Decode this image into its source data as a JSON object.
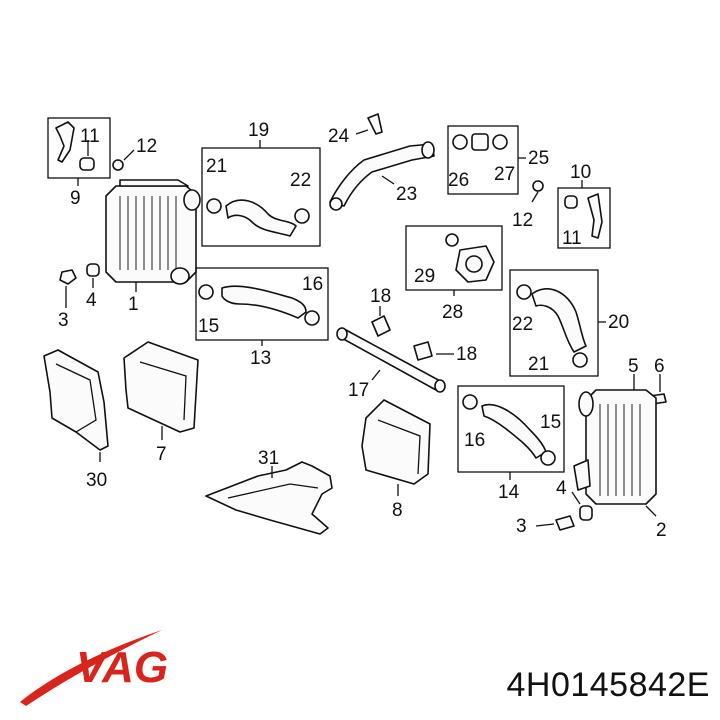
{
  "diagram": {
    "callouts": {
      "c1": "1",
      "c2": "2",
      "c3a": "3",
      "c3b": "3",
      "c4a": "4",
      "c4b": "4",
      "c5": "5",
      "c6": "6",
      "c7": "7",
      "c8": "8",
      "c9": "9",
      "c10": "10",
      "c11a": "11",
      "c11b": "11",
      "c12a": "12",
      "c12b": "12",
      "c13": "13",
      "c14": "14",
      "c15a": "15",
      "c15b": "15",
      "c16a": "16",
      "c16b": "16",
      "c17": "17",
      "c18a": "18",
      "c18b": "18",
      "c19": "19",
      "c20": "20",
      "c21a": "21",
      "c21b": "21",
      "c22a": "22",
      "c22b": "22",
      "c23": "23",
      "c24": "24",
      "c25": "25",
      "c26": "26",
      "c27": "27",
      "c28": "28",
      "c29": "29",
      "c30": "30",
      "c31": "31"
    }
  },
  "brand": {
    "logo_text": "VAG",
    "logo_color": "#d9241c"
  },
  "part_number": "4H0145842E"
}
